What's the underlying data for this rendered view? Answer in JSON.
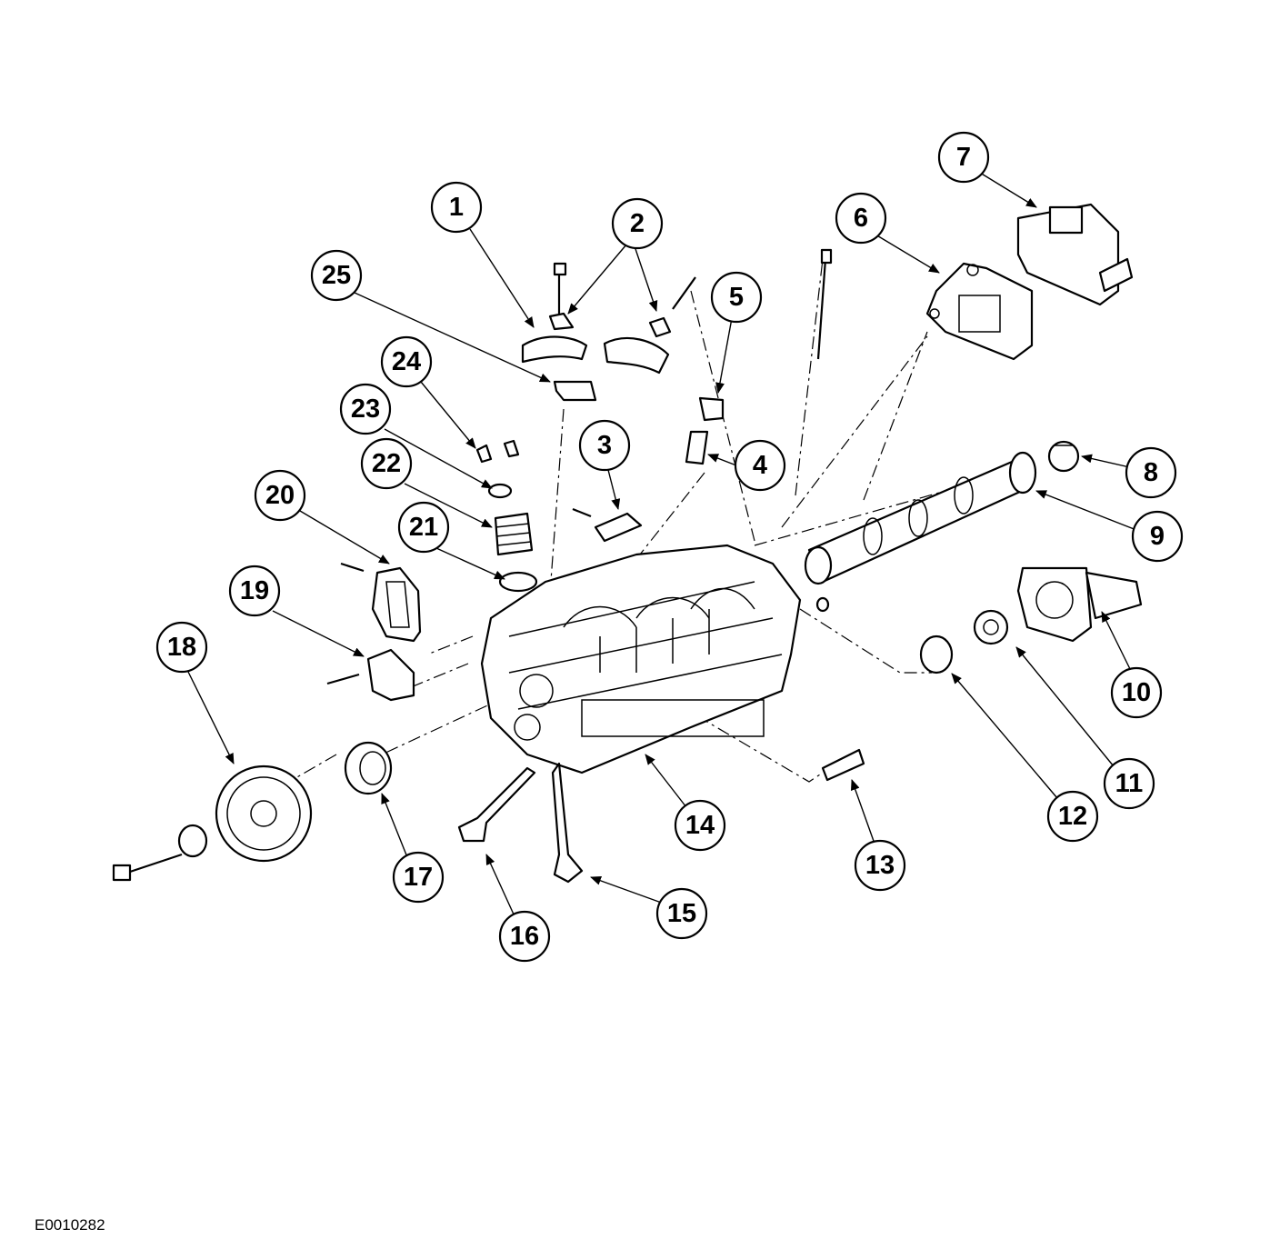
{
  "figure_code": "E0010282",
  "callouts": [
    "1",
    "2",
    "3",
    "4",
    "5",
    "6",
    "7",
    "8",
    "9",
    "10",
    "11",
    "12",
    "13",
    "14",
    "15",
    "16",
    "17",
    "18",
    "19",
    "20",
    "21",
    "22",
    "23",
    "24",
    "25"
  ]
}
